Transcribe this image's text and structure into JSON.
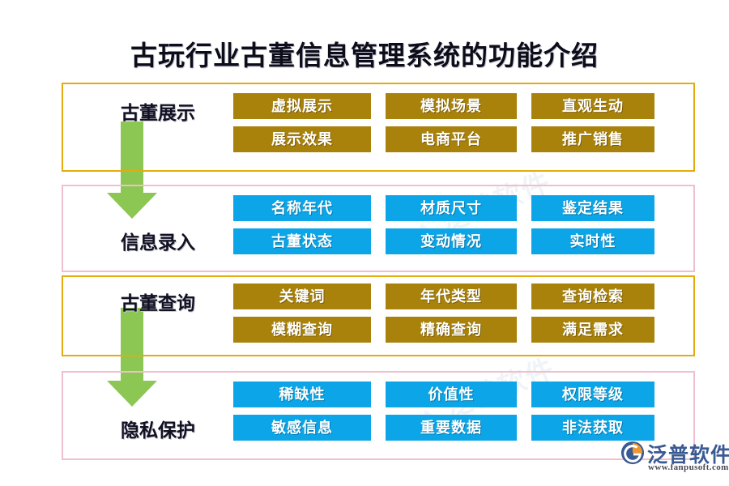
{
  "page": {
    "title": "古玩行业古董信息管理系统的功能介绍",
    "watermark_text": "泛普软件",
    "bg_color": "#ffffff"
  },
  "colors": {
    "gold_chip": "#a9820b",
    "blue_chip": "#0ba5e8",
    "gold_border": "#e3ab0e",
    "pink_border": "#f0bfcd",
    "arrow_green": "#8cc653",
    "title_color": "#0d0d1a"
  },
  "sections": [
    {
      "label": "古董展示",
      "border": "gold",
      "chip_style": "gold",
      "chips": [
        "虚拟展示",
        "模拟场景",
        "直观生动",
        "展示效果",
        "电商平台",
        "推广销售"
      ]
    },
    {
      "label": "信息录入",
      "border": "pink",
      "chip_style": "blue",
      "chips": [
        "名称年代",
        "材质尺寸",
        "鉴定结果",
        "古董状态",
        "变动情况",
        "实时性"
      ]
    },
    {
      "label": "古董查询",
      "border": "gold",
      "chip_style": "gold",
      "chips": [
        "关键词",
        "年代类型",
        "查询检索",
        "模糊查询",
        "精确查询",
        "满足需求"
      ]
    },
    {
      "label": "隐私保护",
      "border": "pink",
      "chip_style": "blue",
      "chips": [
        "稀缺性",
        "价值性",
        "权限等级",
        "敏感信息",
        "重要数据",
        "非法获取"
      ]
    }
  ],
  "arrows": [
    {
      "name": "flow-arrow-1",
      "from": "古董展示",
      "to": "信息录入"
    },
    {
      "name": "flow-arrow-2",
      "from": "古董查询",
      "to": "隐私保护"
    }
  ],
  "logo": {
    "brand": "泛普软件",
    "url": "www.fanpusoft.com"
  }
}
